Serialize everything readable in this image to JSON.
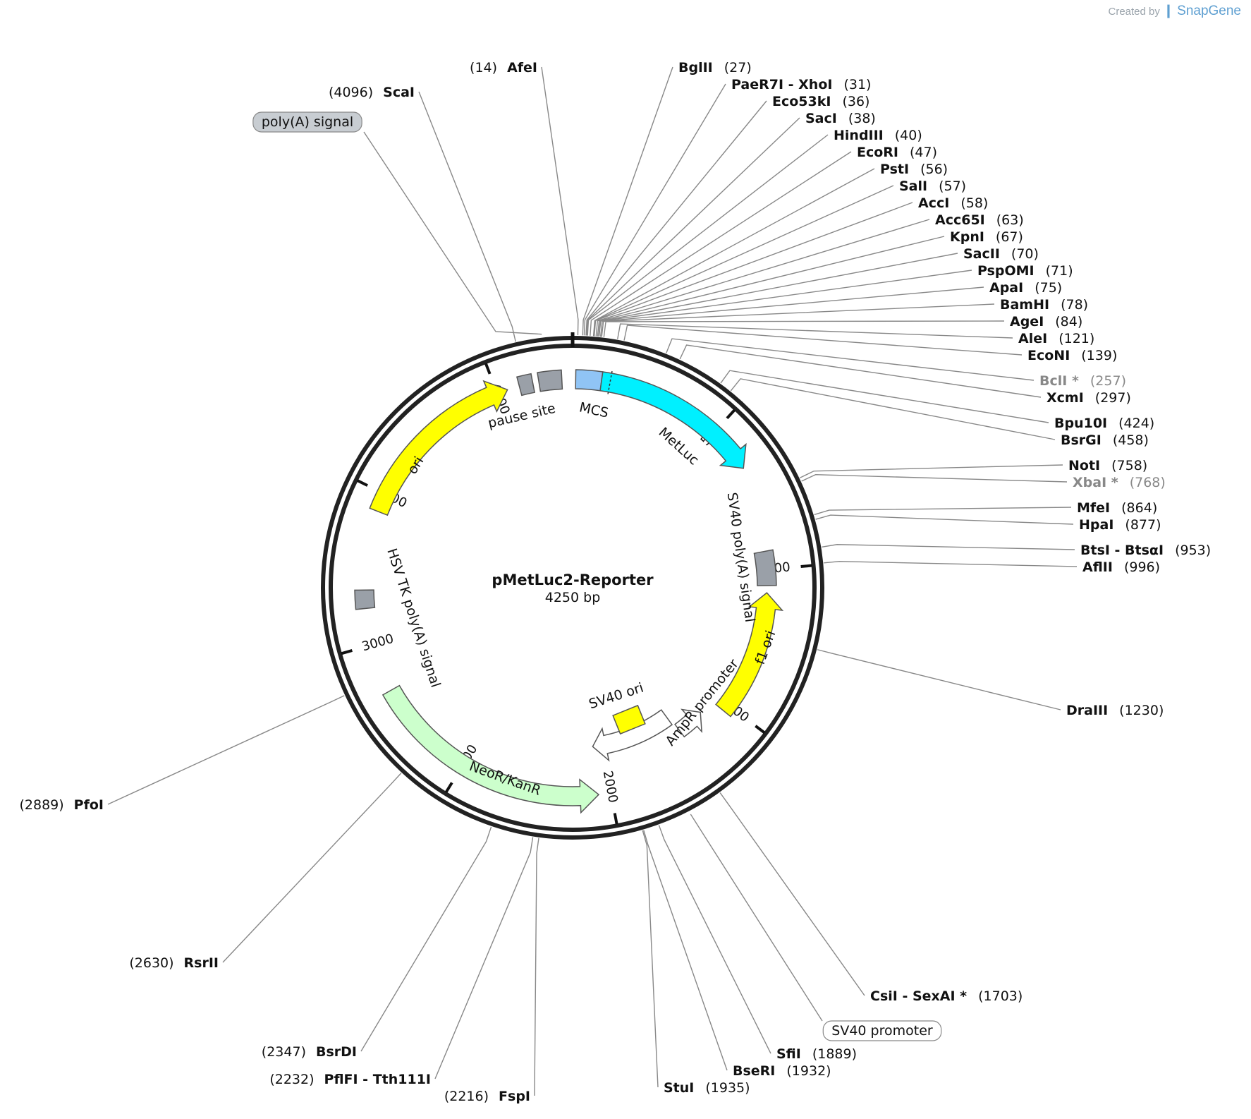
{
  "watermark": {
    "prefix": "Created by",
    "brand": "SnapGene",
    "accent": "#5e9fd1"
  },
  "plasmid": {
    "name": "pMetLuc2-Reporter",
    "size_label": "4250 bp",
    "length": 4250
  },
  "ticks": [
    "500",
    "1000",
    "1500",
    "2000",
    "2500",
    "3000",
    "3500",
    "4000"
  ],
  "features": [
    {
      "name": "MCS",
      "label": "MCS",
      "color": "#90c4f5"
    },
    {
      "name": "MetLuc",
      "label": "MetLuc",
      "color": "#00f0ff"
    },
    {
      "name": "SV40 poly(A) signal",
      "label": "SV40 poly(A) signal",
      "color": "#9aa0a8"
    },
    {
      "name": "f1 ori",
      "label": "f1 ori",
      "color": "#ffff00"
    },
    {
      "name": "AmpR promoter",
      "label": "AmpR promoter",
      "color": "#ffffff"
    },
    {
      "name": "SV40 ori",
      "label": "SV40 ori",
      "color": "#ffff00"
    },
    {
      "name": "NeoR/KanR",
      "label": "NeoR/KanR",
      "color": "#ccffcc"
    },
    {
      "name": "HSV TK poly(A) signal",
      "label": "HSV TK poly(A) signal",
      "color": "#9aa0a8"
    },
    {
      "name": "ori",
      "label": "ori",
      "color": "#ffff00"
    },
    {
      "name": "pause site",
      "label": "pause site",
      "color": "#9aa0a8"
    }
  ],
  "outer_features": [
    {
      "label": "poly(A) signal",
      "fill": "#c8cdd2"
    },
    {
      "label": "SV40 promoter",
      "fill": "#ffffff"
    }
  ],
  "sites": [
    {
      "pos": "14",
      "names": [
        "AfeI"
      ]
    },
    {
      "pos": "27",
      "names": [
        "BglII"
      ]
    },
    {
      "pos": "31",
      "names": [
        "PaeR7I",
        "XhoI"
      ]
    },
    {
      "pos": "36",
      "names": [
        "Eco53kI"
      ]
    },
    {
      "pos": "38",
      "names": [
        "SacI"
      ]
    },
    {
      "pos": "40",
      "names": [
        "HindIII"
      ]
    },
    {
      "pos": "47",
      "names": [
        "EcoRI"
      ]
    },
    {
      "pos": "56",
      "names": [
        "PstI"
      ]
    },
    {
      "pos": "57",
      "names": [
        "SalI"
      ]
    },
    {
      "pos": "58",
      "names": [
        "AccI"
      ]
    },
    {
      "pos": "63",
      "names": [
        "Acc65I"
      ]
    },
    {
      "pos": "67",
      "names": [
        "KpnI"
      ]
    },
    {
      "pos": "70",
      "names": [
        "SacII"
      ]
    },
    {
      "pos": "71",
      "names": [
        "PspOMI"
      ]
    },
    {
      "pos": "75",
      "names": [
        "ApaI"
      ]
    },
    {
      "pos": "78",
      "names": [
        "BamHI"
      ]
    },
    {
      "pos": "84",
      "names": [
        "AgeI"
      ]
    },
    {
      "pos": "121",
      "names": [
        "AleI"
      ]
    },
    {
      "pos": "139",
      "names": [
        "EcoNI"
      ]
    },
    {
      "pos": "257",
      "names": [
        "BclI *"
      ],
      "dim": true
    },
    {
      "pos": "297",
      "names": [
        "XcmI"
      ]
    },
    {
      "pos": "424",
      "names": [
        "Bpu10I"
      ]
    },
    {
      "pos": "458",
      "names": [
        "BsrGI"
      ]
    },
    {
      "pos": "758",
      "names": [
        "NotI"
      ]
    },
    {
      "pos": "768",
      "names": [
        "XbaI *"
      ],
      "dim": true
    },
    {
      "pos": "864",
      "names": [
        "MfeI"
      ]
    },
    {
      "pos": "877",
      "names": [
        "HpaI"
      ]
    },
    {
      "pos": "953",
      "names": [
        "BtsI",
        "BtsαI"
      ]
    },
    {
      "pos": "996",
      "names": [
        "AflII"
      ]
    },
    {
      "pos": "1230",
      "names": [
        "DraIII"
      ]
    },
    {
      "pos": "1703",
      "names": [
        "CsiI",
        "SexAI *"
      ]
    },
    {
      "pos": "1889",
      "names": [
        "SfiI"
      ]
    },
    {
      "pos": "1932",
      "names": [
        "BseRI"
      ]
    },
    {
      "pos": "1935",
      "names": [
        "StuI"
      ]
    },
    {
      "pos": "2216",
      "names": [
        "FspI"
      ]
    },
    {
      "pos": "2232",
      "names": [
        "PflFI",
        "Tth111I"
      ]
    },
    {
      "pos": "2347",
      "names": [
        "BsrDI"
      ]
    },
    {
      "pos": "2630",
      "names": [
        "RsrII"
      ]
    },
    {
      "pos": "2889",
      "names": [
        "PfoI"
      ]
    },
    {
      "pos": "4096",
      "names": [
        "ScaI"
      ]
    }
  ]
}
